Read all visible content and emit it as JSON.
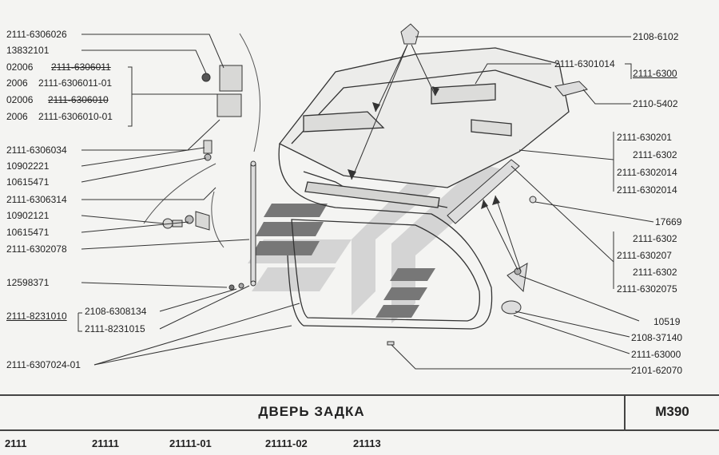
{
  "labels": {
    "l1": "2111-6306026",
    "l2": "13832101",
    "l3a": "02006",
    "l3b": "2111-6306011",
    "l4a": "2006",
    "l4b": "2111-6306011-01",
    "l5a": "02006",
    "l5b": "2111-6306010",
    "l6a": "2006",
    "l6b": "2111-6306010-01",
    "l7": "2111-6306034",
    "l8": "10902221",
    "l9": "10615471",
    "l10": "2111-6306314",
    "l11": "10902121",
    "l12": "10615471",
    "l13": "2111-6302078",
    "l14": "12598371",
    "l15": "2111-8231010",
    "l16": "2108-6308134",
    "l17": "2111-8231015",
    "l18": "2111-6307024-01",
    "r1": "2108-6102",
    "r2": "2111-6301014",
    "r3": "2111-6300",
    "r4": "2110-5402",
    "r5": "2111-630201",
    "r6": "2111-6302",
    "r7": "2111-6302014",
    "r8": "2111-6302014",
    "r9": "17669",
    "r10": "2111-6302",
    "r11": "2111-630207",
    "r12": "2111-6302",
    "r13": "2111-6302075",
    "r14": "10519",
    "r15": "2108-37140",
    "r16": "2111-63000",
    "r17": "2101-62070"
  },
  "footer": {
    "title": "ДВЕРЬ ЗАДКА",
    "page_code": "М390",
    "models": [
      "2111",
      "21111",
      "21111-01",
      "21111-02",
      "21113"
    ]
  }
}
